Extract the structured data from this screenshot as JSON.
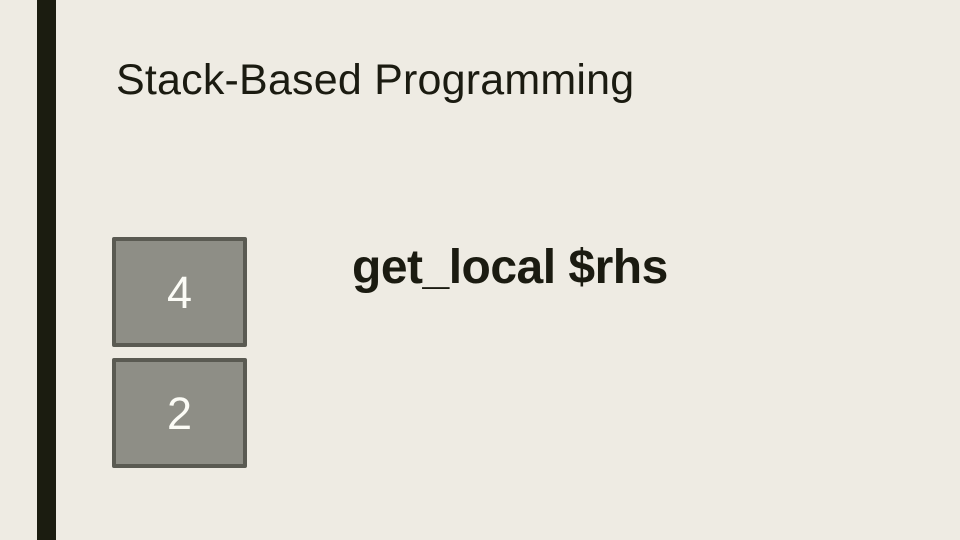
{
  "slide": {
    "title": "Stack-Based Programming",
    "instruction": "get_local $rhs",
    "stack": {
      "items": [
        {
          "value": "4"
        },
        {
          "value": "2"
        }
      ]
    },
    "colors": {
      "background": "#EEEBE3",
      "accent_bar": "#1B1C10",
      "text": "#1B1B11",
      "box_fill": "#8E8E86",
      "box_border": "#5A5A52",
      "box_text": "#FCFCF6"
    }
  }
}
